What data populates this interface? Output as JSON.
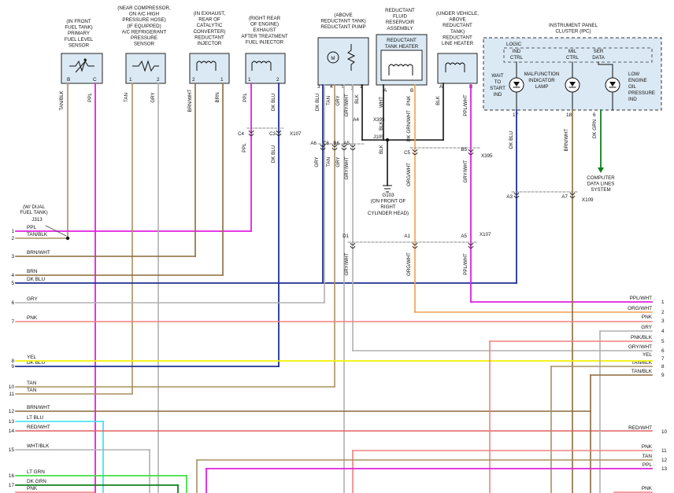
{
  "components": {
    "fuel_sensor": {
      "caption": [
        "(IN FRONT",
        "FUEL TANK)",
        "PRIMARY",
        "FUEL LEVEL",
        "SENSOR"
      ],
      "pin_a": "B",
      "pin_b": "C",
      "wire_a": "TAN/BLK",
      "wire_b": "PPL"
    },
    "ac_sensor": {
      "caption": [
        "(NEAR COMPRESSOR,",
        "ON A/C HIGH",
        "PRESSURE HOSE)",
        "(IF EQUIPPED)",
        "A/C REFRIGERANT",
        "PRESSURE",
        "SENSOR"
      ],
      "pin_a": "1",
      "pin_b": "2",
      "wire_a": "TAN",
      "wire_b": "GRY"
    },
    "reductant_injector": {
      "caption": [
        "(IN EXHAUST,",
        "REAR OF",
        "CATALYTIC",
        "CONVERTER)",
        "REDUCTANT",
        "INJECTOR"
      ],
      "pin_a": "2",
      "pin_b": "1",
      "wire_a": "BRN/WHT",
      "wire_b": "BRN"
    },
    "exhaust_injector": {
      "caption": [
        "(RIGHT REAR",
        "OF ENGINE)",
        "EXHAUST",
        "AFTER TREATMENT",
        "FUEL INJECTOR"
      ],
      "pin_a": "1",
      "pin_b": "2",
      "wire_a": "PPL",
      "wire_b": "DK BLU"
    },
    "reductant_pump": {
      "caption": [
        "(ABOVE",
        "REDUCTANT TANK)",
        "REDUCTANT PUMP"
      ],
      "pins": [
        "3",
        "4",
        "5",
        "1"
      ],
      "wires": [
        "DK BLU",
        "TAN",
        "GRY",
        "BLK"
      ],
      "extra_pin": "2",
      "extra_wire": "GRY/WHT",
      "motor": "M"
    },
    "tank_heater": {
      "caption": [
        "REDUCTANT",
        "FLUID",
        "RESERVOIR",
        "ASSEMBLY"
      ],
      "box": [
        "REDUCTANT",
        "TANK HEATER"
      ],
      "pin_a": "A",
      "pin_b": "B",
      "wire_a": "WHT",
      "wire_b": "PNK"
    },
    "line_heater": {
      "caption": [
        "(UNDER VEHICLE,",
        "ABOVE",
        "REDUCTANT",
        "TANK)",
        "REDUCTANT",
        "LINE HEATER"
      ],
      "pin_a": "A",
      "pin_b": "B",
      "wire_a": "BLK",
      "wire_b": "PPL/WHT"
    },
    "ipc": {
      "caption": [
        "INSTRUMENT PANEL",
        "CLUSTER (IPC)"
      ],
      "logic": [
        "LOGIC"
      ],
      "logic_cols": [
        [
          "IND",
          "CTRL"
        ],
        [
          "MIL",
          "CTRL"
        ],
        [
          "SER",
          "DATA"
        ]
      ],
      "lamps": [
        [
          "WAIT",
          "TO",
          "START",
          "IND"
        ],
        [
          "MALFUNCTION",
          "INDICATOR",
          "LAMP"
        ],
        [
          "LOW",
          "ENGINE",
          "OIL",
          "PRESSURE",
          "IND"
        ]
      ],
      "pins": [
        "17",
        "18",
        "6"
      ],
      "wires": [
        "DK BLU",
        "BRN/WHT",
        "DK GRN"
      ]
    }
  },
  "connectors": {
    "c4": "C4",
    "c3": "C3",
    "x107": "X107",
    "x395": "X395",
    "x109": "X109",
    "x395b": "X395",
    "a6": "A6",
    "c6": "C6",
    "b6": "B6",
    "a5": "A5",
    "a4": "A4",
    "c5": "C5",
    "b5": "B5",
    "a3": "A3",
    "a7": "A7",
    "d1": "D1",
    "a1": "A1",
    "a5b": "A5",
    "x107b": "X107",
    "j105": "J105",
    "j313": "J313"
  },
  "annotations": {
    "dual_tank": [
      "(W/ DUAL",
      "FUEL TANK)",
      "J313"
    ],
    "g103": [
      "G103",
      "(ON FRONT OF",
      "RIGHT",
      "CYLINDER HEAD)"
    ],
    "comp_data": [
      "COMPUTER",
      "DATA LINES",
      "SYSTEM"
    ]
  },
  "vertical_labels": {
    "ppl_c4": "PPL",
    "dkblu_c3": "DK BLU",
    "gry_a6": "GRY",
    "tan_c6": "TAN",
    "gry_b6": "GRY",
    "gryw_a5": "GRY/WHT",
    "blk_x": "BLK",
    "blk_g": "BLK",
    "orgw_c5": "ORG/WHT",
    "dkgw": "DK GRN/WHT",
    "gryw_b5": "GRY/WHT",
    "dkblu_a3": "DK BLU",
    "brnw_a7": "BRN/WHT",
    "gryw_d1": "GRY/WHT",
    "orgw_a1": "ORG/WHT",
    "pplw_a5": "PPL/WHT"
  },
  "left_rows": [
    {
      "n": "1",
      "label": "PPL"
    },
    {
      "n": "2",
      "label": "TAN/BLK"
    },
    {
      "n": "3",
      "label": "BRN/WHT"
    },
    {
      "n": "4",
      "label": "BRN"
    },
    {
      "n": "5",
      "label": "DK BLU"
    },
    {
      "n": "6",
      "label": "GRY"
    },
    {
      "n": "7",
      "label": "PNK"
    },
    {
      "n": "8",
      "label": "YEL"
    },
    {
      "n": "9",
      "label": "DK BLU"
    },
    {
      "n": "10",
      "label": "TAN"
    },
    {
      "n": "11",
      "label": "TAN"
    },
    {
      "n": "12",
      "label": "BRN/WHT"
    },
    {
      "n": "13",
      "label": "LT BLU"
    },
    {
      "n": "14",
      "label": "RED/WHT"
    },
    {
      "n": "15",
      "label": "WHT/BLK"
    },
    {
      "n": "16",
      "label": "LT GRN"
    },
    {
      "n": "17",
      "label": "DK GRN"
    },
    {
      "n": "",
      "label": "PNK"
    }
  ],
  "right_rows": [
    {
      "n": "1",
      "label": "PPL/WHT"
    },
    {
      "n": "2",
      "label": "ORG/WHT"
    },
    {
      "n": "3",
      "label": "PNK"
    },
    {
      "n": "4",
      "label": "GRY"
    },
    {
      "n": "5",
      "label": "PNK/BLK"
    },
    {
      "n": "6",
      "label": "GRY/WHT"
    },
    {
      "n": "7",
      "label": "YEL"
    },
    {
      "n": "8",
      "label": "TAN/BLK"
    },
    {
      "n": "9",
      "label": "TAN/BLK"
    },
    {
      "n": "10",
      "label": "RED/WHT"
    },
    {
      "n": "11",
      "label": "PNK"
    },
    {
      "n": "12",
      "label": "TAN"
    },
    {
      "n": "13",
      "label": "PPL"
    },
    {
      "n": "",
      "label": "PNK"
    }
  ],
  "colors": {
    "ppl": "#e020e0",
    "tan": "#a89060",
    "brn": "#8a6a3a",
    "dkblu": "#203090",
    "gry": "#b0b0b0",
    "pnk": "#f08080",
    "yel": "#f0f000",
    "ltblu": "#30e0f0",
    "redw": "#e06060",
    "dkgrn": "#108020",
    "ltgrn": "#40e040",
    "org": "#f0a050",
    "blk": "#111111",
    "box": "#dbe9f4"
  }
}
